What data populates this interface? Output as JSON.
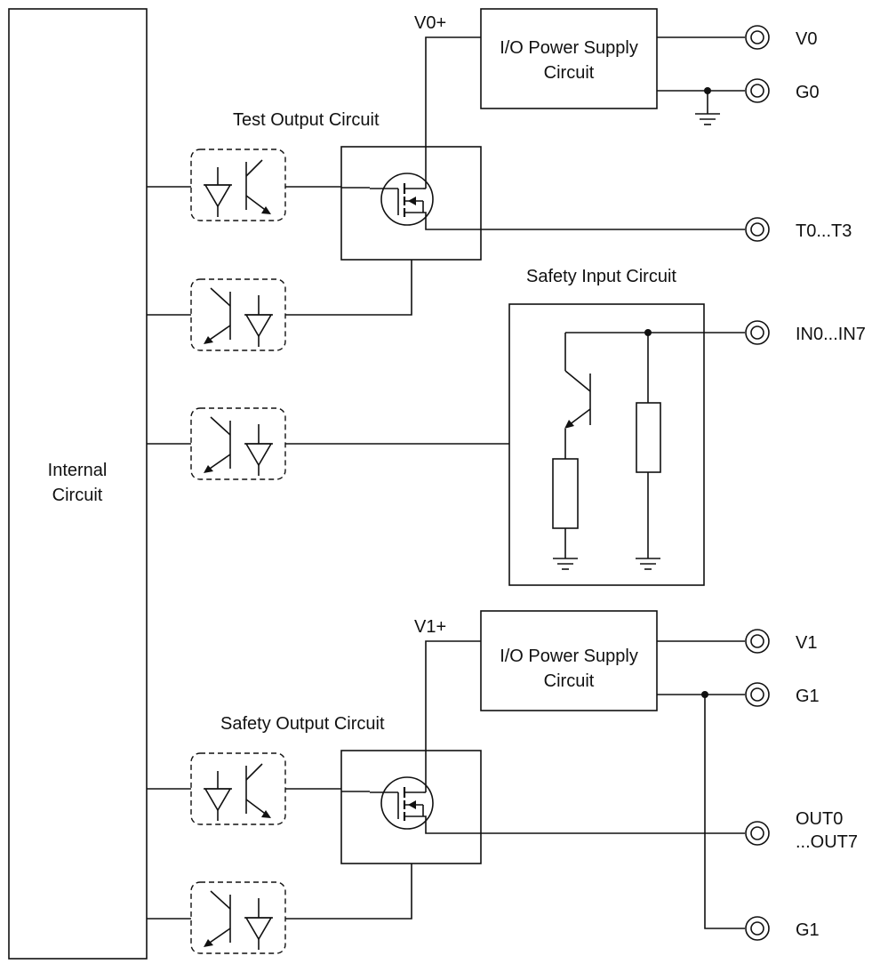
{
  "blocks": {
    "internal": [
      "Internal",
      "Circuit"
    ],
    "psu_top": [
      "I/O Power Supply",
      "Circuit"
    ],
    "psu_bottom": [
      "I/O Power Supply",
      "Circuit"
    ],
    "test_output": "Test Output Circuit",
    "safety_input": "Safety Input Circuit",
    "safety_output": "Safety Output Circuit"
  },
  "nodes": {
    "v0_plus": "V0+",
    "v1_plus": "V1+"
  },
  "terminals": {
    "v0": "V0",
    "g0": "G0",
    "t0_t3": "T0...T3",
    "in0_in7": "IN0...IN7",
    "v1": "V1",
    "g1_top": "G1",
    "out": [
      "OUT0",
      "...OUT7"
    ],
    "g1_bottom": "G1"
  },
  "colors": {
    "line": "#111111",
    "background": "#ffffff"
  }
}
